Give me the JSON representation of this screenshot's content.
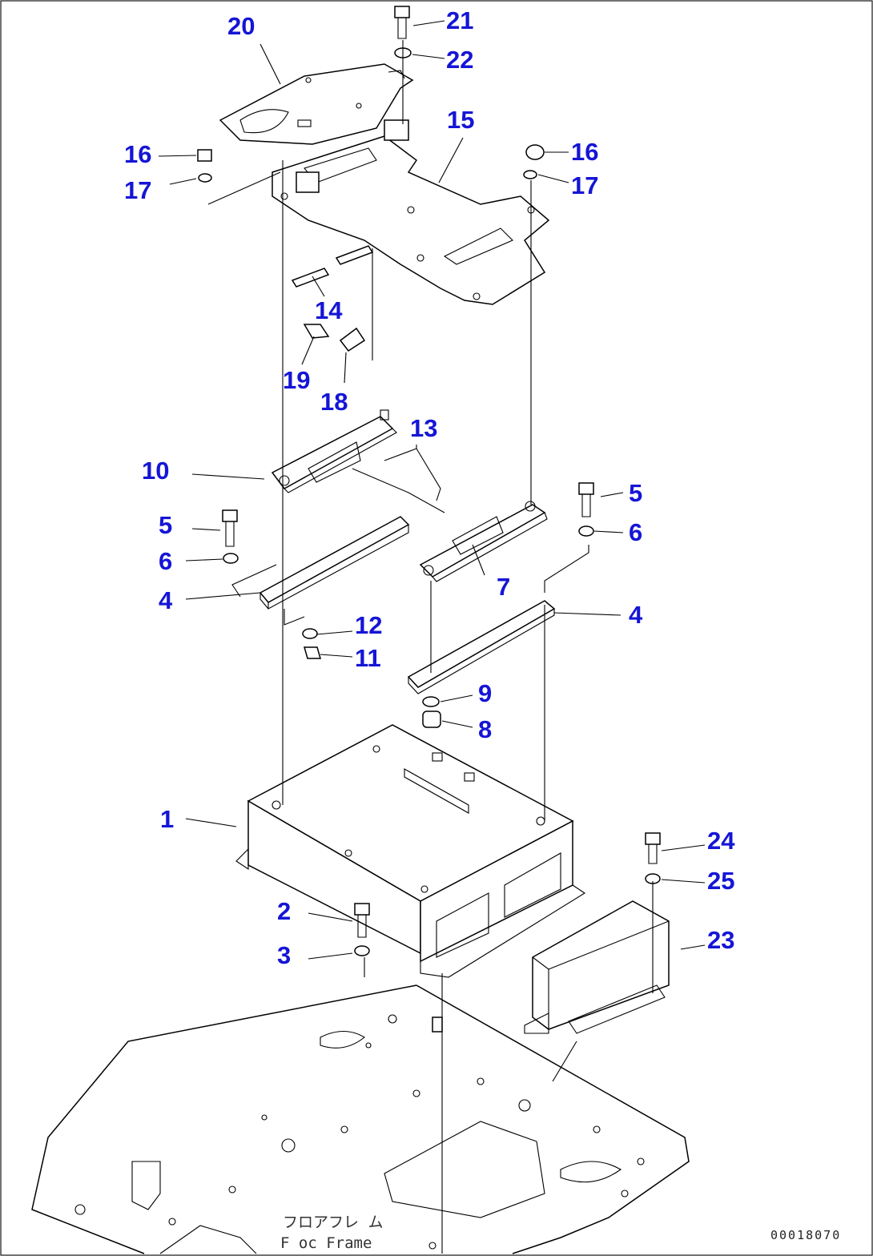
{
  "colors": {
    "callout": "#1515d6",
    "linework": "#000000",
    "background": "#ffffff"
  },
  "labels": {
    "n1": "1",
    "n2": "2",
    "n3": "3",
    "n4a": "4",
    "n4b": "4",
    "n5a": "5",
    "n5b": "5",
    "n6a": "6",
    "n6b": "6",
    "n7": "7",
    "n8": "8",
    "n9": "9",
    "n10": "10",
    "n11": "11",
    "n12": "12",
    "n13": "13",
    "n14": "14",
    "n15": "15",
    "n16a": "16",
    "n16b": "16",
    "n17a": "17",
    "n17b": "17",
    "n18": "18",
    "n19": "19",
    "n20": "20",
    "n21": "21",
    "n22": "22",
    "n23": "23",
    "n24": "24",
    "n25": "25"
  },
  "caption": {
    "japanese": "フロアフレ ム",
    "english": "F oc Frame"
  },
  "document_id": "00018070"
}
